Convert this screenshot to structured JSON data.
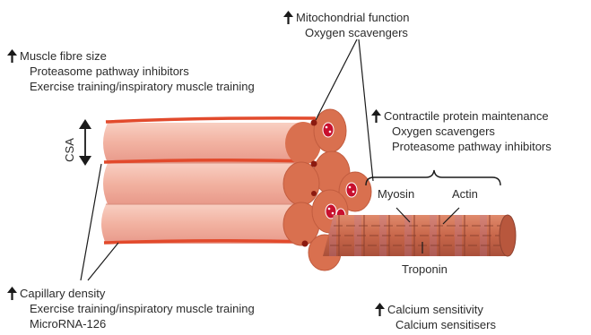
{
  "muscle_fibre": {
    "heading": "Muscle fibre size",
    "items": [
      "Proteasome pathway inhibitors",
      "Exercise training/inspiratory muscle training"
    ]
  },
  "mitochondrial": {
    "heading": "Mitochondrial function",
    "items": [
      "Oxygen scavengers"
    ]
  },
  "contractile": {
    "heading": "Contractile protein maintenance",
    "items": [
      "Oxygen scavengers",
      "Proteasome pathway inhibitors"
    ]
  },
  "capillary": {
    "heading": "Capillary density",
    "items": [
      "Exercise training/inspiratory muscle training",
      "MicroRNA-126"
    ]
  },
  "calcium": {
    "heading": "Calcium sensitivity",
    "items": [
      "Calcium sensitisers"
    ]
  },
  "labels": {
    "csa": "CSA",
    "myosin": "Myosin",
    "actin": "Actin",
    "troponin": "Troponin"
  },
  "icons": {
    "increase": "up-arrow-icon"
  },
  "colors": {
    "fibre_fill": "#f4b8a8",
    "fibre_end": "#d9704f",
    "capillary": "#e24a2c",
    "myofibril": "#c8674a",
    "arrow": "#1a1a1a"
  }
}
